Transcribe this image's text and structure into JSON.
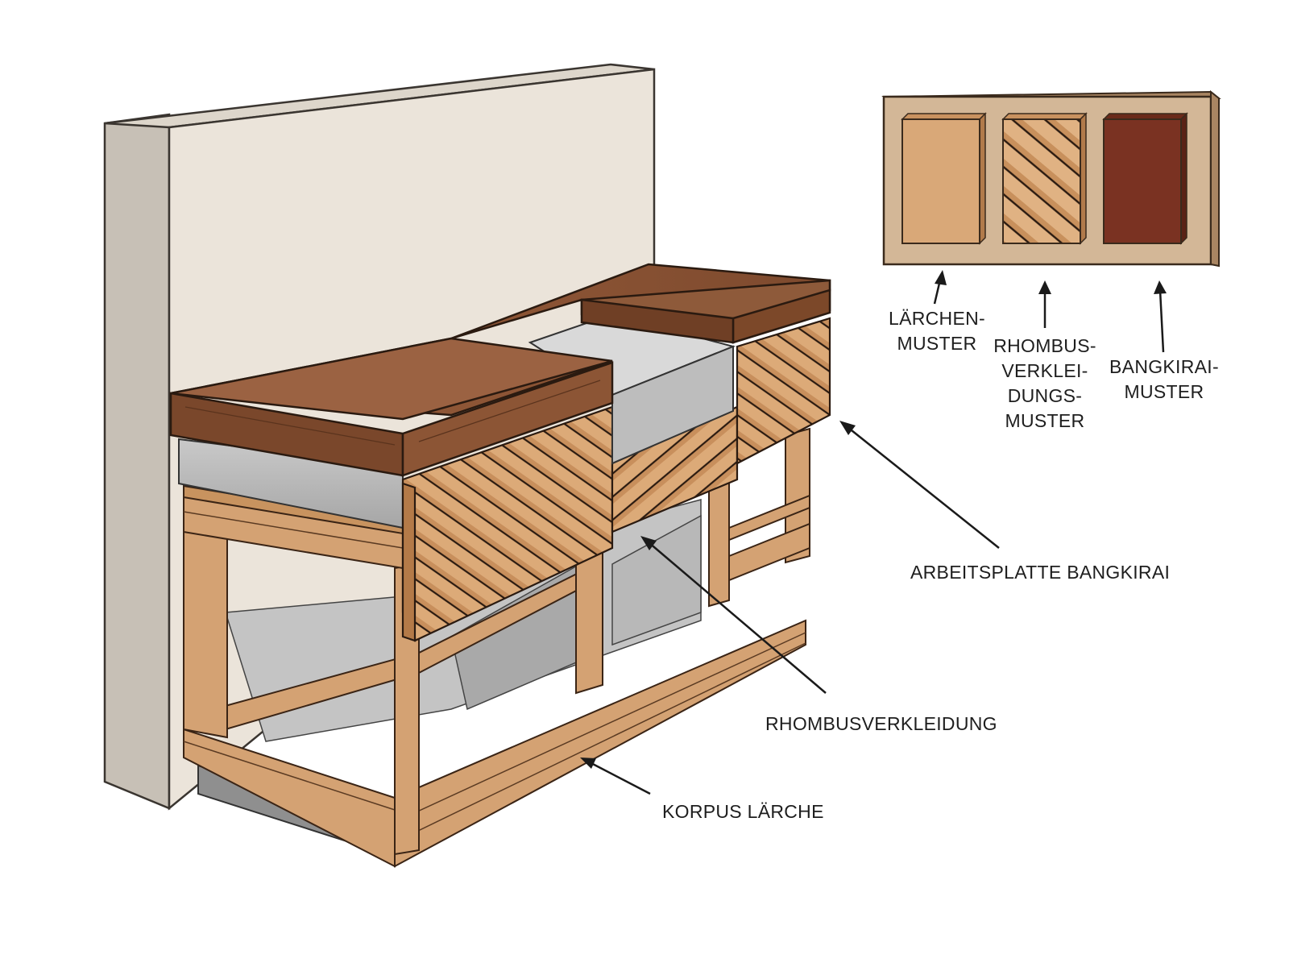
{
  "annotations": {
    "worktop": "ARBEITSPLATTE BANGKIRAI",
    "cladding": "RHOMBUSVERKLEIDUNG",
    "carcass": "KORPUS LÄRCHE"
  },
  "samples": [
    {
      "lines": [
        "LÄRCHEN-",
        "MUSTER"
      ],
      "color": "#d9a878"
    },
    {
      "lines": [
        "RHOMBUS-",
        "VERKLEI-",
        "DUNGS-",
        "MUSTER"
      ],
      "color": "#cf9a68"
    },
    {
      "lines": [
        "BANGKIRAI-",
        "MUSTER"
      ],
      "color": "#7a3222"
    }
  ],
  "colors": {
    "wall": "#ebe4da",
    "wall_side": "#c9c2b8",
    "worktop": "#8e5a3a",
    "larch": "#d4a273",
    "concrete": "#b3b3b3"
  }
}
